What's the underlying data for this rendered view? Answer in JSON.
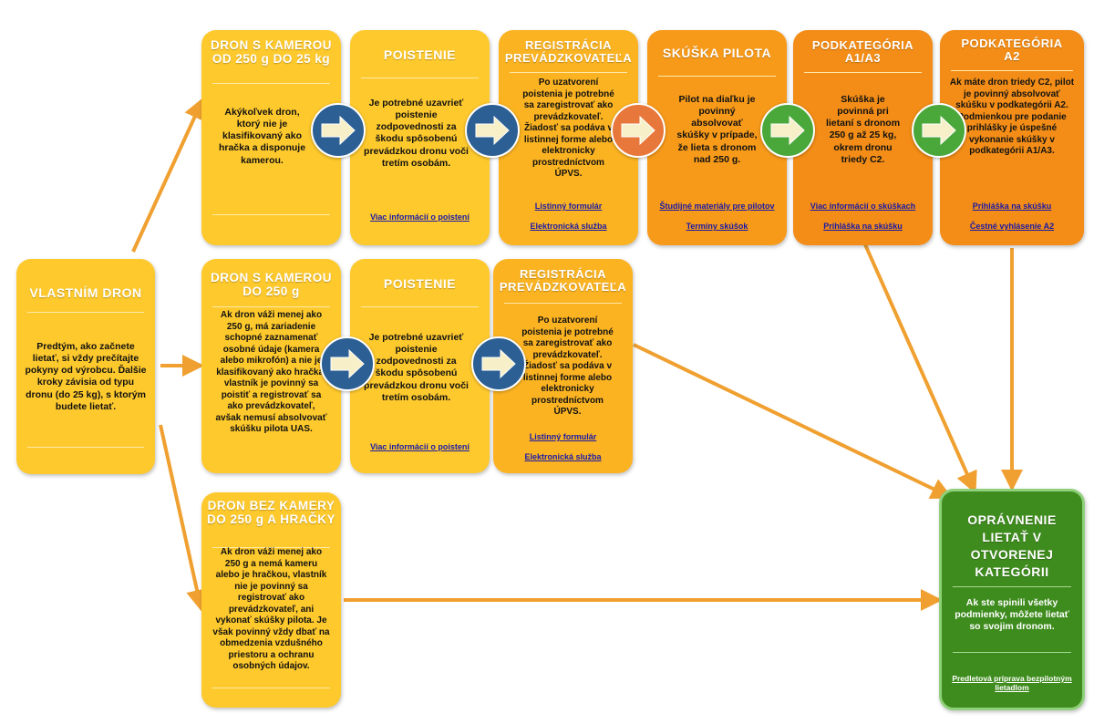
{
  "colors": {
    "arrow": "#f0a030",
    "yellow": "#fec92d",
    "gold": "#fbb322",
    "orange": "#f79a1a",
    "deep_orange": "#f38d17",
    "green": "#3f8c1e",
    "circle_blue": "#2c5f93",
    "circle_coral": "#e8773b",
    "circle_green": "#4aa83b",
    "link": "#1a1aa6"
  },
  "start": {
    "title": "VLASTNÍM DRON",
    "body": "Predtým, ako začnete lietať, si vždy prečítajte pokyny od výrobcu. Ďalšie kroky závisia od typu dronu (do 25 kg), s ktorým budete lietať."
  },
  "row1": {
    "dron": {
      "title": "DRON S KAMEROU OD 250 g DO 25 kg",
      "body": "Akýkoľvek dron, ktorý nie je klasifikovaný ako hračka a disponuje kamerou."
    },
    "poistenie": {
      "title": "POISTENIE",
      "body": "Je potrebné uzavrieť poistenie zodpovednosti za škodu spôsobenú prevádzkou dronu voči tretím osobám.",
      "link": "Viac informácií o poistení"
    },
    "registracia": {
      "title": "REGISTRÁCIA PREVÁDZKOVATEĽA",
      "body": "Po uzatvorení poistenia je potrebné sa zaregistrovať ako prevádzkovateľ. Žiadosť sa podáva v listinnej forme alebo elektronicky prostredníctvom ÚPVS.",
      "link1": "Listinný formulár",
      "link2": "Elektronická služba"
    },
    "skuska": {
      "title": "SKÚŠKA PILOTA",
      "body": "Pilot na diaľku je povinný absolvovať skúšky v prípade, že lieta s dronom nad 250 g.",
      "link1": "Študijné materiály pre pilotov",
      "link2": "Termíny skúšok"
    },
    "a1a3": {
      "title": "PODKATEGÓRIA A1/A3",
      "body": "Skúška je povinná pri lietaní s dronom 250 g až 25 kg, okrem dronu triedy C2.",
      "link1": "Viac informácií o skúškach",
      "link2": "Prihláška na skúšku"
    },
    "a2": {
      "title": "PODKATEGÓRIA A2",
      "body": "Ak máte dron triedy C2, pilot je povinný absolvovať skúšku v podkategórii A2. Podmienkou pre podanie prihlášky je úspešné vykonanie skúšky v podkategórii A1/A3.",
      "link1": "Prihláška na skúšku",
      "link2": "Čestné vyhlásenie A2"
    }
  },
  "row2": {
    "dron": {
      "title": "DRON S KAMEROU DO 250 g",
      "body": "Ak dron váži menej ako 250 g, má zariadenie schopné zaznamenať osobné údaje (kamera alebo mikrofón) a nie je klasifikovaný ako hračka, vlastník je povinný sa poistiť a registrovať sa ako prevádzkovateľ, avšak nemusí absolvovať skúšku pilota UAS."
    },
    "poistenie": {
      "title": "POISTENIE",
      "body": "Je potrebné uzavrieť poistenie zodpovednosti za škodu spôsobenú prevádzkou dronu voči tretím osobám.",
      "link": "Viac informácií o poistení"
    },
    "registracia": {
      "title": "REGISTRÁCIA PREVÁDZKOVATEĽA",
      "body": "Po uzatvorení poistenia je potrebné sa zaregistrovať ako prevádzkovateľ. Žiadosť sa podáva v listinnej forme alebo elektronicky prostredníctvom ÚPVS.",
      "link1": "Listinný formulár",
      "link2": "Elektronická služba"
    }
  },
  "row3": {
    "dron": {
      "title": "DRON BEZ KAMERY DO 250 g A HRAČKY",
      "body": "Ak dron váži menej ako 250 g a nemá kameru alebo je hračkou, vlastník nie je povinný sa registrovať ako prevádzkovateľ, ani vykonať skúšky pilota. Je však povinný vždy dbať na obmedzenia vzdušného priestoru a ochranu osobných údajov."
    }
  },
  "end": {
    "title": "OPRÁVNENIE LIETAŤ V OTVORENEJ KATEGÓRII",
    "body": "Ak ste spinili všetky podmienky, môžete lietať so svojim dronom.",
    "link": "Predletová príprava bezpilotným lietadlom"
  }
}
